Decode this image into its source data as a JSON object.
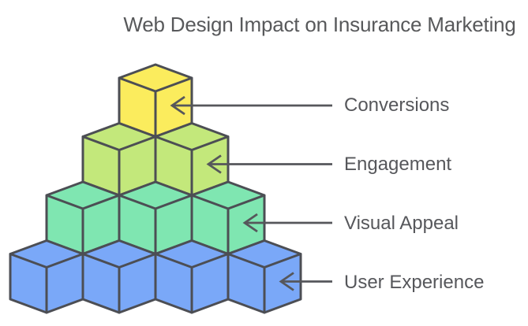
{
  "title": "Web Design Impact on Insurance Marketing",
  "colors": {
    "background": "#ffffff",
    "cube_outline": "#4c4e54",
    "arrow": "#56575b",
    "title_text": "#58595b",
    "label_text": "#56575b"
  },
  "pyramid": {
    "levels": [
      {
        "label": "Conversions",
        "cubes": 1,
        "color": "#fbec5d"
      },
      {
        "label": "Engagement",
        "cubes": 2,
        "color": "#c3e87b"
      },
      {
        "label": "Visual Appeal",
        "cubes": 3,
        "color": "#7fe6b1"
      },
      {
        "label": "User Experience",
        "cubes": 4,
        "color": "#7aa8f8"
      }
    ]
  }
}
